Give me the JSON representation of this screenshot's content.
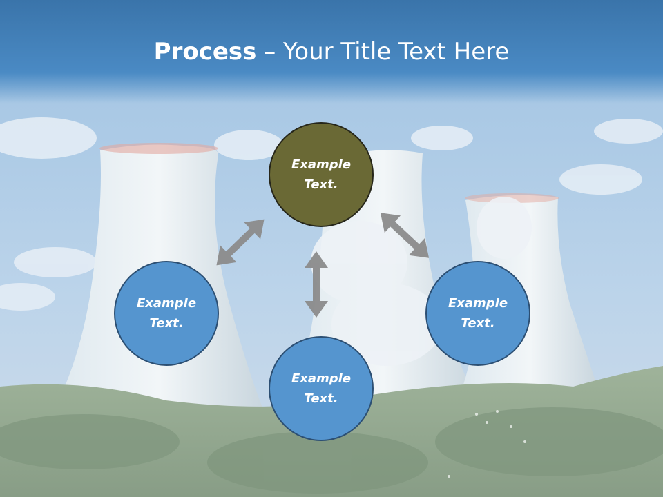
{
  "title": {
    "bold": "Process",
    "separator": " – ",
    "rest": "Your Title Text Here"
  },
  "nodes": {
    "top": "Example\nText.",
    "left": "Example\nText.",
    "right": "Example\nText.",
    "bottom": "Example\nText."
  },
  "colors": {
    "title_bar": "#3a74aa",
    "node_blue": "#5595cf",
    "node_olive": "#6a6935",
    "arrow": "#8c8c8c"
  }
}
